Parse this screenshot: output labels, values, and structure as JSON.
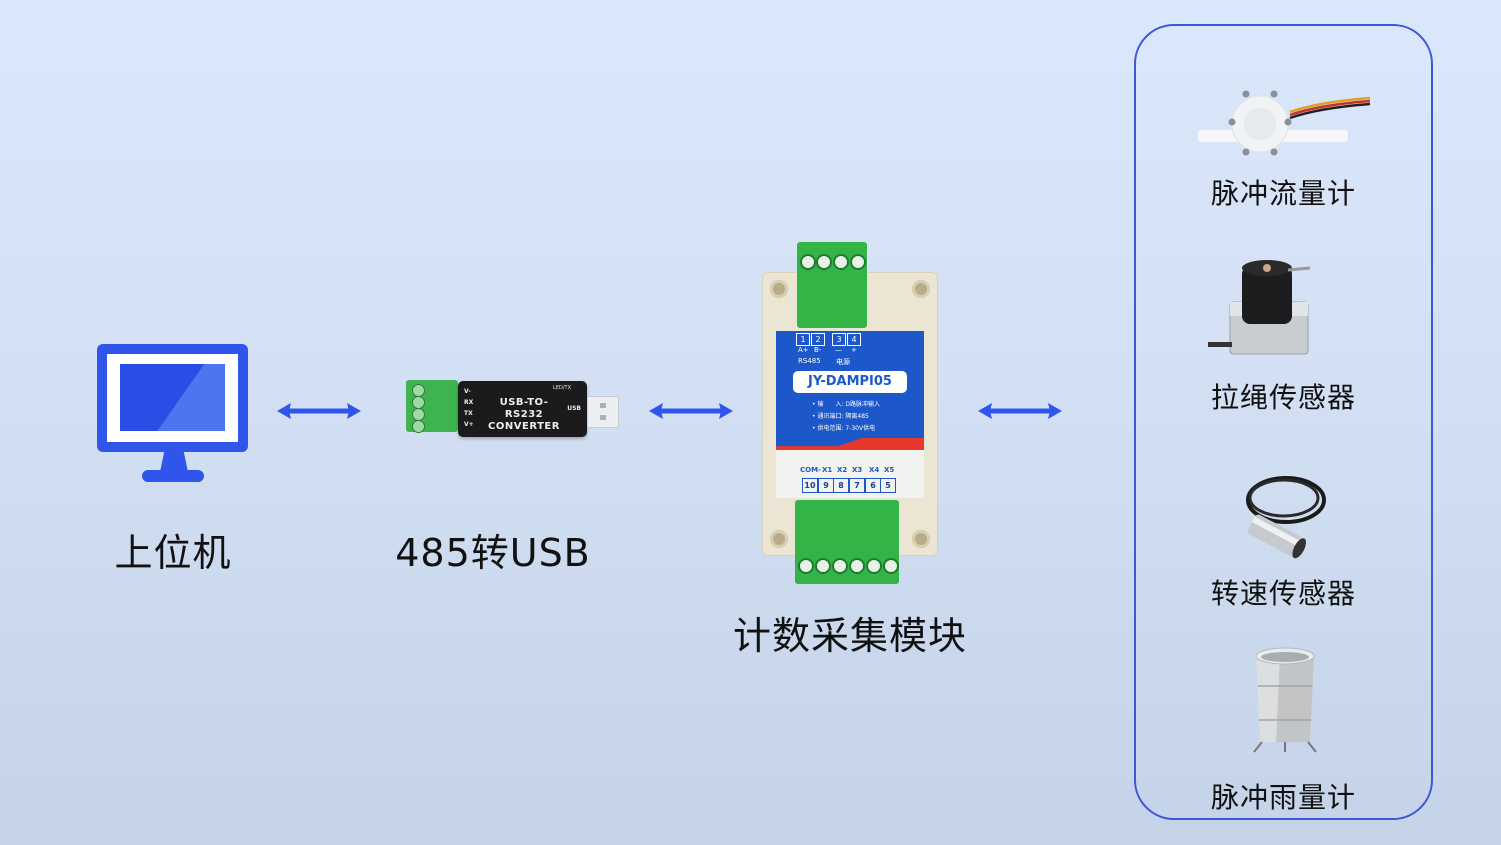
{
  "diagram": {
    "type": "system-connection-diagram",
    "background": {
      "top": "#dbe7fb",
      "bottom": "#c4d3e8"
    },
    "arrow_color": "#2f55ea",
    "panel_border_color": "#3c57d8",
    "nodes": [
      {
        "id": "host",
        "label": "上位机",
        "icon": "monitor-icon"
      },
      {
        "id": "converter",
        "label": "485转USB",
        "icon": "usb-rs232-converter-image",
        "device_text": {
          "title_line1": "USB-TO-RS232",
          "title_line2": "CONVERTER",
          "pins": [
            "V-",
            "RX",
            "TX",
            "V+"
          ],
          "led": "LED/TX",
          "port": "USB"
        }
      },
      {
        "id": "module",
        "label": "计数采集模块",
        "icon": "counter-module-image",
        "device_text": {
          "model": "JY-DAMPI05",
          "top_pins": [
            "1",
            "2",
            "3",
            "4"
          ],
          "top_pin_labels": [
            "A+",
            "B-",
            "—",
            "+"
          ],
          "top_group_labels": [
            "RS485",
            "电源"
          ],
          "specs": [
            "• 输　　入: D路脉冲输入",
            "• 通讯端口: 隔离485",
            "• 供电范围: 7-30V供电"
          ],
          "bottom_labels": [
            "COM-",
            "X1",
            "X2",
            "X3",
            "X4",
            "X5"
          ],
          "bottom_pins": [
            "10",
            "9",
            "8",
            "7",
            "6",
            "5"
          ]
        }
      }
    ],
    "sensors": [
      {
        "label": "脉冲流量计",
        "icon": "flow-meter-image"
      },
      {
        "label": "拉绳传感器",
        "icon": "draw-wire-sensor-image"
      },
      {
        "label": "转速传感器",
        "icon": "speed-sensor-image"
      },
      {
        "label": "脉冲雨量计",
        "icon": "rain-gauge-image"
      }
    ],
    "edges": [
      {
        "from": "host",
        "to": "converter",
        "type": "bidirectional"
      },
      {
        "from": "converter",
        "to": "module",
        "type": "bidirectional"
      },
      {
        "from": "module",
        "to": "sensors",
        "type": "bidirectional"
      }
    ]
  }
}
